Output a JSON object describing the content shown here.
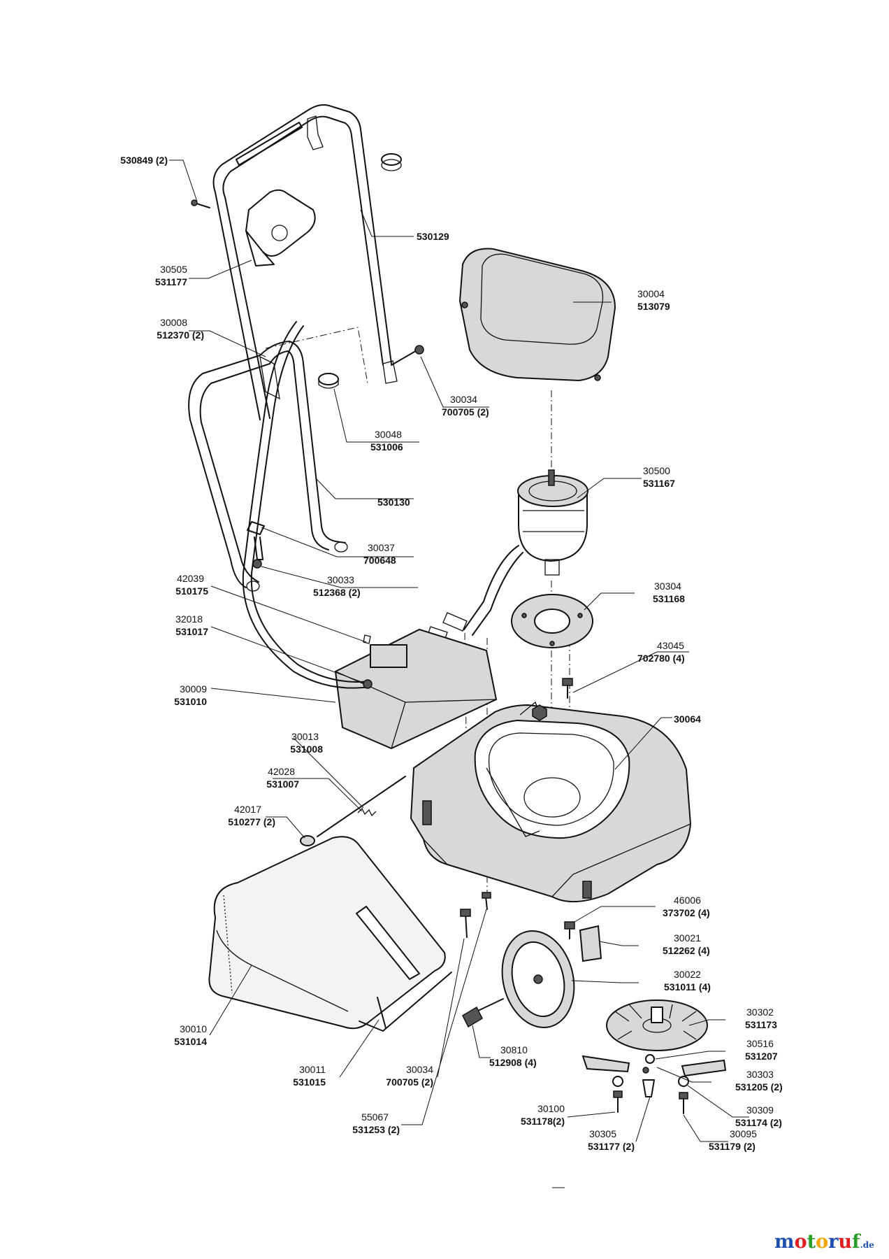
{
  "brand": {
    "letters": [
      {
        "ch": "m",
        "color": "#1f4fb0"
      },
      {
        "ch": "o",
        "color": "#e02020"
      },
      {
        "ch": "t",
        "color": "#2a9d2a"
      },
      {
        "ch": "o",
        "color": "#f2a400"
      },
      {
        "ch": "r",
        "color": "#1f4fb0"
      },
      {
        "ch": "u",
        "color": "#e02020"
      },
      {
        "ch": "f",
        "color": "#2a9d2a"
      }
    ],
    "suffix": ".de"
  },
  "callouts": [
    {
      "id": "c530849",
      "line1": "",
      "line2": "530849 (2)"
    },
    {
      "id": "c530129",
      "line1": "",
      "line2": "530129"
    },
    {
      "id": "c30505",
      "line1": "30505",
      "line2": "531177"
    },
    {
      "id": "c30004",
      "line1": "30004",
      "line2": "513079"
    },
    {
      "id": "c30008",
      "line1": "30008",
      "line2": "512370 (2)"
    },
    {
      "id": "c30034a",
      "line1": "30034",
      "line2": "700705 (2)"
    },
    {
      "id": "c30048",
      "line1": "30048",
      "line2": "531006"
    },
    {
      "id": "c30500",
      "line1": "30500",
      "line2": "531167"
    },
    {
      "id": "c530130",
      "line1": "",
      "line2": "530130"
    },
    {
      "id": "c30037",
      "line1": "30037",
      "line2": "700648"
    },
    {
      "id": "c30033",
      "line1": "30033",
      "line2": "512368 (2)"
    },
    {
      "id": "c42039",
      "line1": "42039",
      "line2": "510175"
    },
    {
      "id": "c30304",
      "line1": "30304",
      "line2": "531168"
    },
    {
      "id": "c32018",
      "line1": "32018",
      "line2": "531017"
    },
    {
      "id": "c43045",
      "line1": "43045",
      "line2": "702780 (4)"
    },
    {
      "id": "c30009",
      "line1": "30009",
      "line2": "531010"
    },
    {
      "id": "c30064",
      "line1": "",
      "line2": "30064"
    },
    {
      "id": "c30013",
      "line1": "30013",
      "line2": "531008"
    },
    {
      "id": "c42028",
      "line1": "42028",
      "line2": "531007"
    },
    {
      "id": "c42017",
      "line1": "42017",
      "line2": "510277 (2)"
    },
    {
      "id": "c46006",
      "line1": "46006",
      "line2": "373702 (4)"
    },
    {
      "id": "c30021",
      "line1": "30021",
      "line2": "512262 (4)"
    },
    {
      "id": "c30022",
      "line1": "30022",
      "line2": "531011 (4)"
    },
    {
      "id": "c30010",
      "line1": "30010",
      "line2": "531014"
    },
    {
      "id": "c30302",
      "line1": "30302",
      "line2": "531173"
    },
    {
      "id": "c30810",
      "line1": "30810",
      "line2": "512908 (4)"
    },
    {
      "id": "c30516",
      "line1": "30516",
      "line2": "531207"
    },
    {
      "id": "c30011",
      "line1": "30011",
      "line2": "531015"
    },
    {
      "id": "c30034b",
      "line1": "30034",
      "line2": "700705 (2)"
    },
    {
      "id": "c30303",
      "line1": "30303",
      "line2": "531205 (2)"
    },
    {
      "id": "c30100",
      "line1": "30100",
      "line2": "531178(2)"
    },
    {
      "id": "c30309",
      "line1": "30309",
      "line2": "531174 (2)"
    },
    {
      "id": "c55067",
      "line1": "55067",
      "line2": "531253 (2)"
    },
    {
      "id": "c30305",
      "line1": "30305",
      "line2": "531177 (2)"
    },
    {
      "id": "c30095",
      "line1": "30095",
      "line2": "531179 (2)"
    }
  ]
}
